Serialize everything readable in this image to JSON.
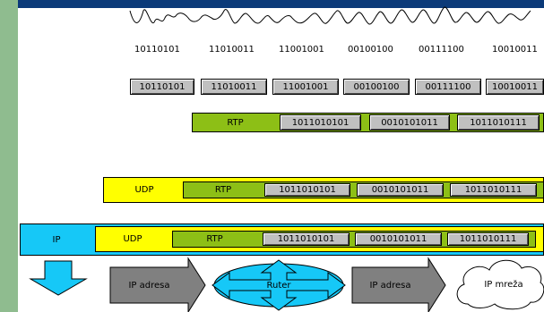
{
  "bits": [
    "10110101",
    "11010011",
    "11001001",
    "00100100",
    "00111100",
    "10010011"
  ],
  "rtp": {
    "label": "RTP",
    "payload": [
      "1011010101",
      "0010101011",
      "1011010111"
    ]
  },
  "udp": {
    "label": "UDP"
  },
  "ip": {
    "label": "IP"
  },
  "flow": {
    "left_label": "IP adresa",
    "router_label": "Ruter",
    "right_label": "IP adresa",
    "cloud_label": "IP mreža"
  },
  "colors": {
    "green": "#8dbf16",
    "yellow": "#ffff00",
    "cyan": "#16c8f7",
    "gray": "#808080",
    "header": "#0b3a79",
    "sidebar": "#8fbc8f"
  }
}
